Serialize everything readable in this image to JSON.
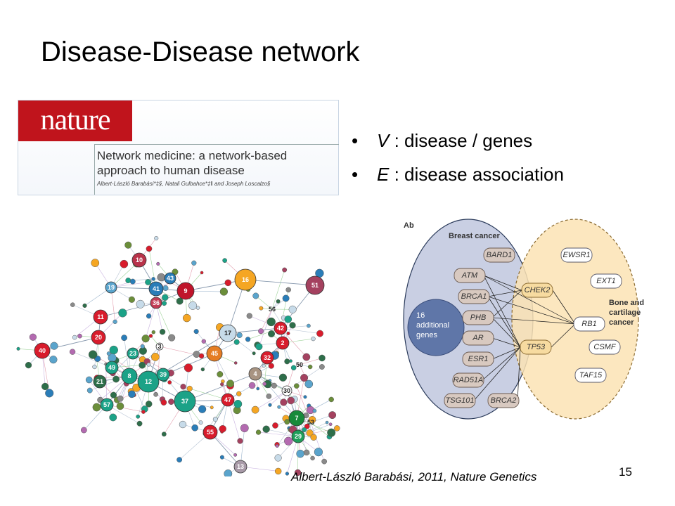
{
  "slide": {
    "title": "Disease-Disease network",
    "bullets": [
      {
        "var": "V",
        "text": " : disease  /  genes"
      },
      {
        "var": "E",
        "text": " : disease  association"
      }
    ],
    "citation": "Albert-László Barabási, 2011, Nature Genetics",
    "page_number": "15"
  },
  "paper": {
    "logo": "nature",
    "title_line1": "Network medicine: a network-based",
    "title_line2": "approach to human disease",
    "authors": "Albert-László Barabási*‡§, Natali Gulbahce*‡‖ and Joseph Loscalzo§"
  },
  "network": {
    "labeled_nodes": [
      {
        "n": "10",
        "c": "#b8334a"
      },
      {
        "n": "19",
        "c": "#5aa4cc"
      },
      {
        "n": "41",
        "c": "#2a7db8"
      },
      {
        "n": "43",
        "c": "#2a7db8"
      },
      {
        "n": "9",
        "c": "#c0142b"
      },
      {
        "n": "36",
        "c": "#c23d55"
      },
      {
        "n": "16",
        "c": "#f5a623"
      },
      {
        "n": "51",
        "c": "#a4415f"
      },
      {
        "n": "11",
        "c": "#d81c2c"
      },
      {
        "n": "20",
        "c": "#d81c2c"
      },
      {
        "n": "40",
        "c": "#d81c2c"
      },
      {
        "n": "17",
        "c": "#c7dbe9"
      },
      {
        "n": "56",
        "c": "#ffffff"
      },
      {
        "n": "42",
        "c": "#d81c2c"
      },
      {
        "n": "2",
        "c": "#d81c2c"
      },
      {
        "n": "45",
        "c": "#e57d24"
      },
      {
        "n": "23",
        "c": "#1ba287"
      },
      {
        "n": "49",
        "c": "#1ba287"
      },
      {
        "n": "8",
        "c": "#1ba287"
      },
      {
        "n": "12",
        "c": "#1ba287"
      },
      {
        "n": "39",
        "c": "#1ba287"
      },
      {
        "n": "21",
        "c": "#2e6e4a"
      },
      {
        "n": "57",
        "c": "#1ba287"
      },
      {
        "n": "37",
        "c": "#1ba287"
      },
      {
        "n": "32",
        "c": "#d81c2c"
      },
      {
        "n": "4",
        "c": "#a89482"
      },
      {
        "n": "50",
        "c": "#ffffff"
      },
      {
        "n": "30",
        "c": "#ffffff"
      },
      {
        "n": "47",
        "c": "#d81c2c"
      },
      {
        "n": "55",
        "c": "#d81c2c"
      },
      {
        "n": "7",
        "c": "#178a3a"
      },
      {
        "n": "53",
        "c": "#ffffff"
      },
      {
        "n": "29",
        "c": "#1f9e5a"
      },
      {
        "n": "13",
        "c": "#a89aa8"
      },
      {
        "n": "3",
        "c": "#ffffff"
      }
    ]
  },
  "venn": {
    "panel_label": "Ab",
    "left_set": "Breast cancer",
    "right_set_line1": "Bone and",
    "right_set_line2": "cartilage",
    "right_set_line3": "cancer",
    "cluster": [
      "16",
      "additional",
      "genes"
    ],
    "left_genes": [
      "BARD1",
      "ATM",
      "BRCA1",
      "PHB",
      "AR",
      "ESR1",
      "RAD51A",
      "TSG101",
      "BRCA2"
    ],
    "shared_genes": [
      "CHEK2",
      "TP53"
    ],
    "right_genes": [
      "EWSR1",
      "EXT1",
      "RB1",
      "CSMF",
      "TAF15"
    ],
    "colors": {
      "left_fill": "#c9cfe3",
      "right_fill": "#fbe3b4",
      "gene_fill": "#d8c9c0",
      "shared_fill": "#f7dba0",
      "right_gene_fill": "#ffffff"
    }
  }
}
